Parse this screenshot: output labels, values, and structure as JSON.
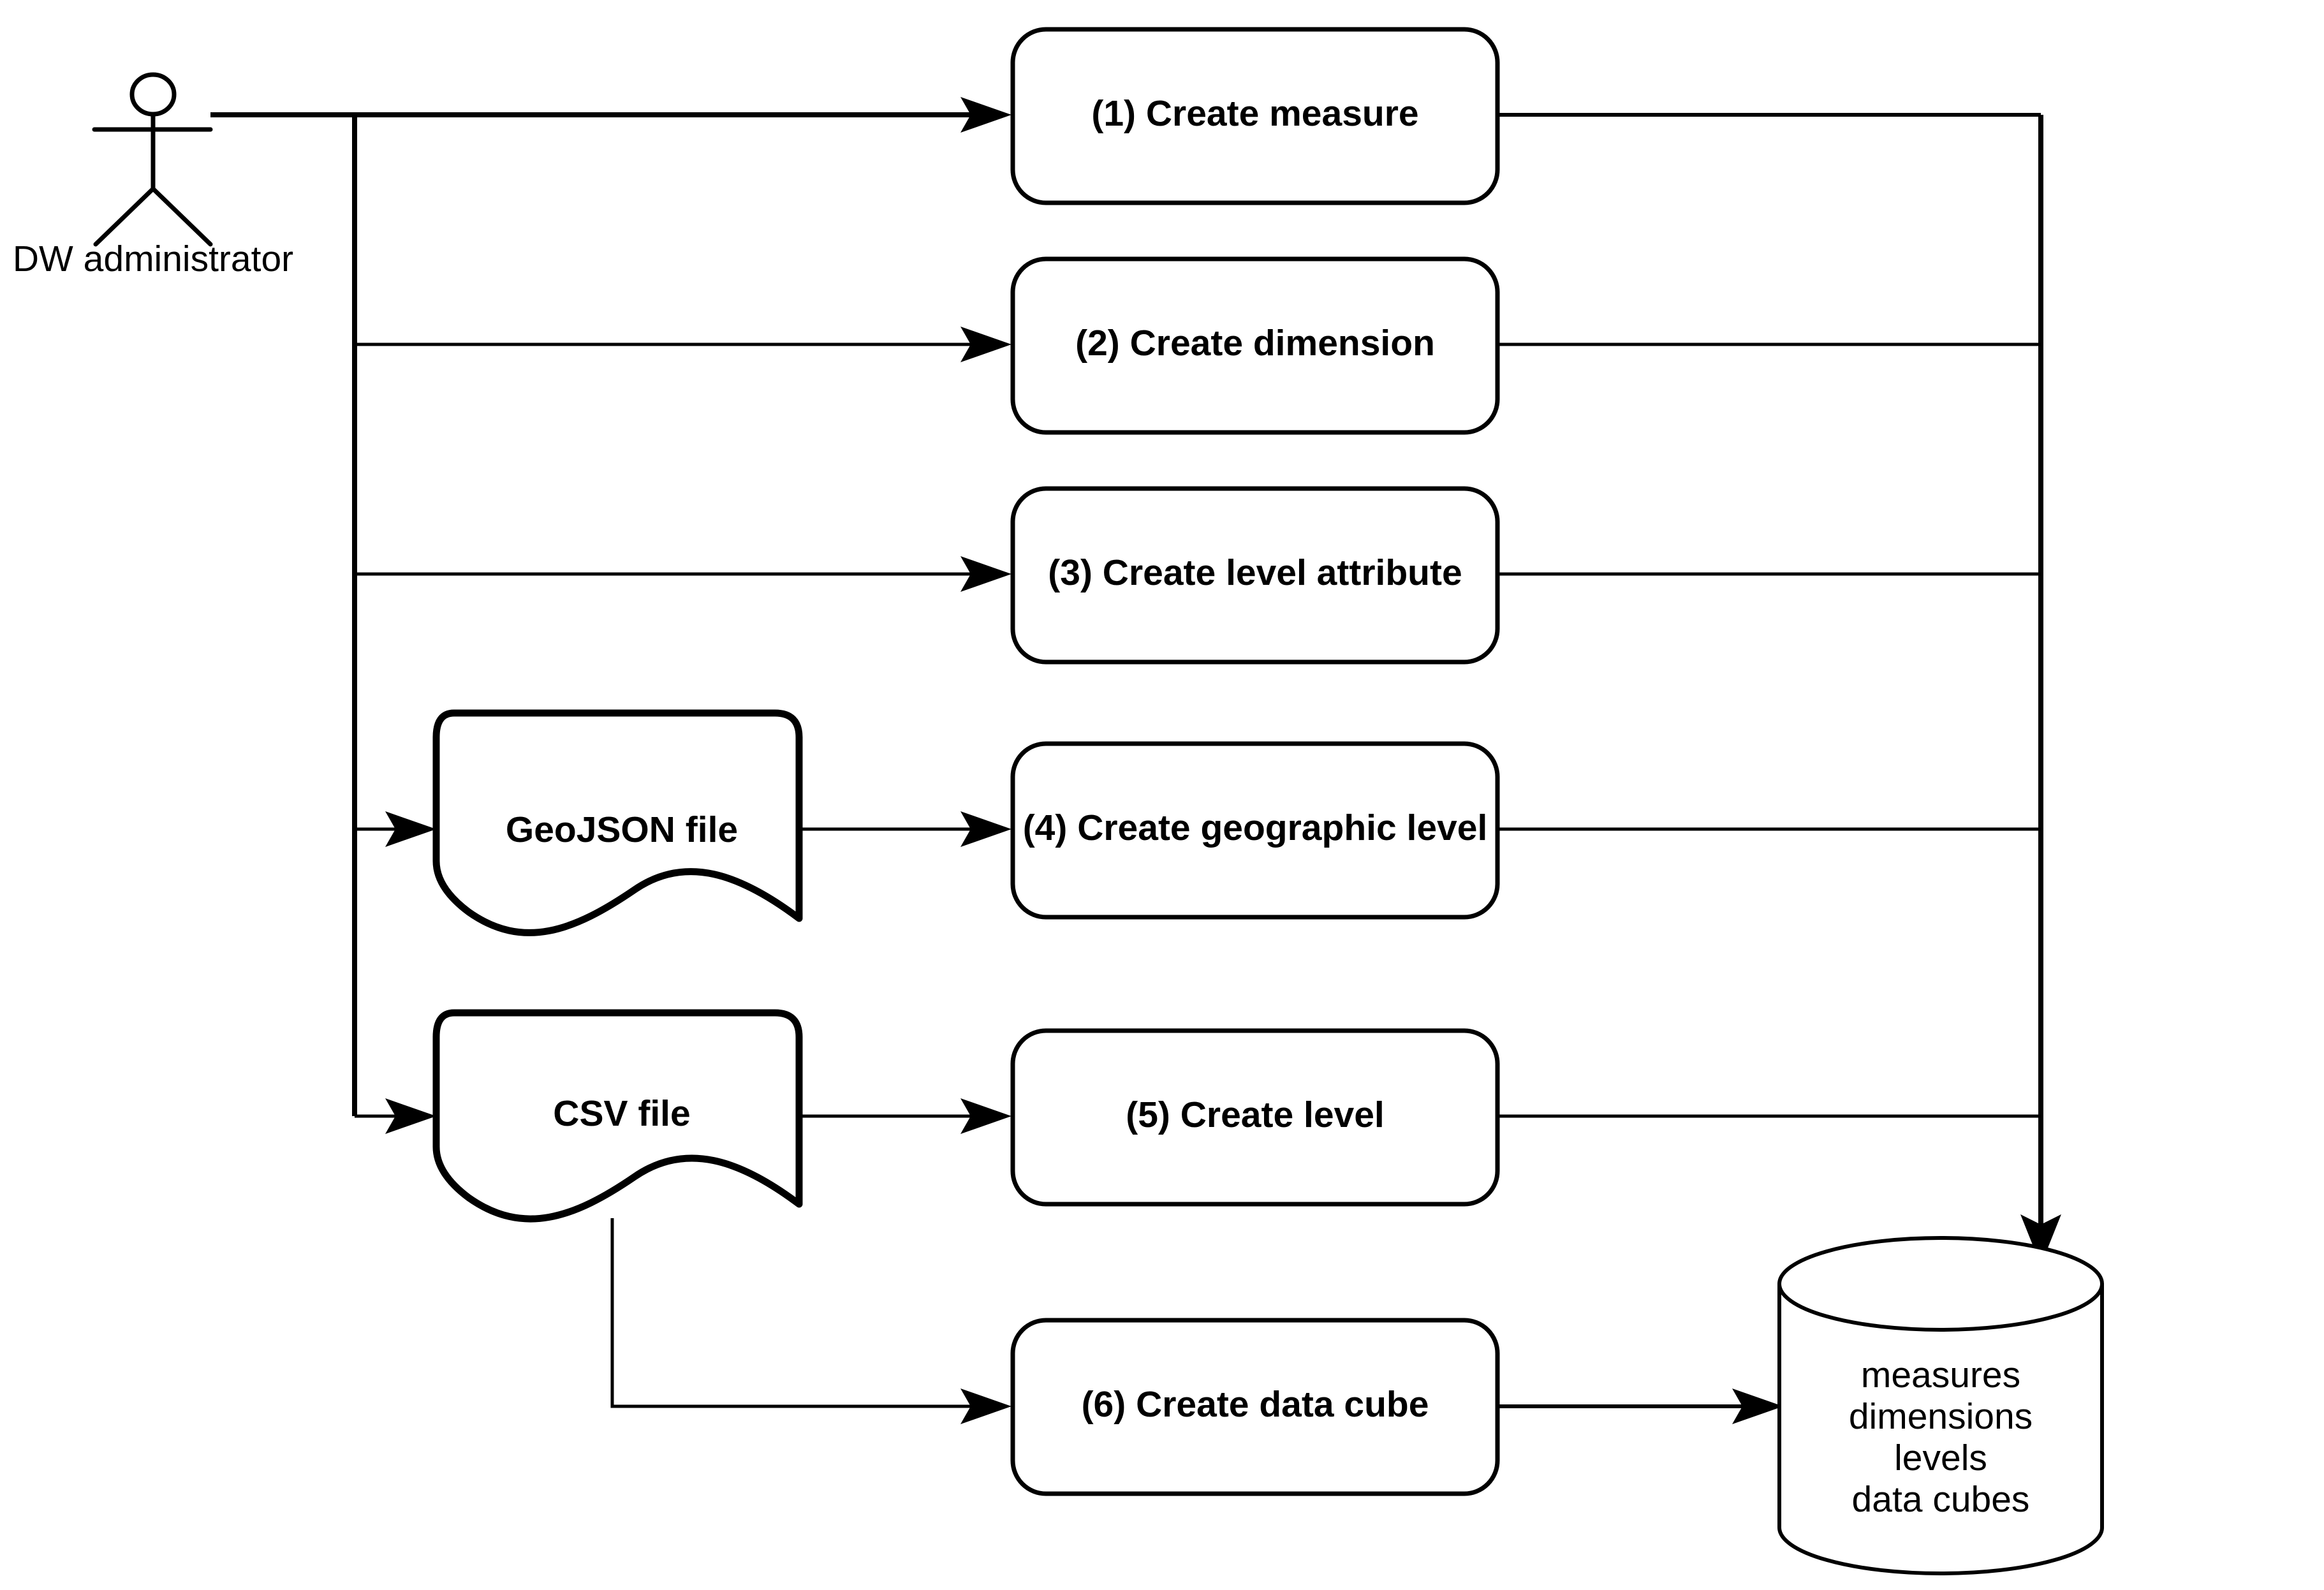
{
  "diagram": {
    "type": "flowchart",
    "background": "#ffffff",
    "stroke_color": "#000000",
    "actor": {
      "label": "DW administrator",
      "icon": "stick-figure-actor"
    },
    "documents": [
      {
        "id": "geojson-file",
        "label": "GeoJSON file",
        "shape": "document-wavy-bottom"
      },
      {
        "id": "csv-file",
        "label": "CSV file",
        "shape": "document-wavy-bottom"
      }
    ],
    "processes": [
      {
        "id": "p1",
        "number": "(1)",
        "label": "(1) Create measure"
      },
      {
        "id": "p2",
        "number": "(2)",
        "label": "(2) Create dimension"
      },
      {
        "id": "p3",
        "number": "(3)",
        "label": "(3) Create level attribute"
      },
      {
        "id": "p4",
        "number": "(4)",
        "label": "(4) Create geographic level"
      },
      {
        "id": "p5",
        "number": "(5)",
        "label": "(5) Create level"
      },
      {
        "id": "p6",
        "number": "(6)",
        "label": "(6) Create data cube"
      }
    ],
    "datastore": {
      "id": "repository",
      "shape": "cylinder-database",
      "lines": [
        "measures",
        "dimensions",
        "levels",
        "data cubes"
      ]
    },
    "flows": [
      {
        "from": "DW administrator",
        "to": "(1) Create measure"
      },
      {
        "from": "DW administrator",
        "to": "(2) Create dimension"
      },
      {
        "from": "DW administrator",
        "to": "(3) Create level attribute"
      },
      {
        "from": "DW administrator",
        "to": "GeoJSON file"
      },
      {
        "from": "DW administrator",
        "to": "CSV file"
      },
      {
        "from": "GeoJSON file",
        "to": "(4) Create geographic level"
      },
      {
        "from": "CSV file",
        "to": "(5) Create level"
      },
      {
        "from": "CSV file",
        "to": "(6) Create data cube"
      },
      {
        "from": "(1) Create measure",
        "to": "repository"
      },
      {
        "from": "(2) Create dimension",
        "to": "repository"
      },
      {
        "from": "(3) Create level attribute",
        "to": "repository"
      },
      {
        "from": "(4) Create geographic level",
        "to": "repository"
      },
      {
        "from": "(5) Create level",
        "to": "repository"
      },
      {
        "from": "(6) Create data cube",
        "to": "repository"
      }
    ]
  }
}
